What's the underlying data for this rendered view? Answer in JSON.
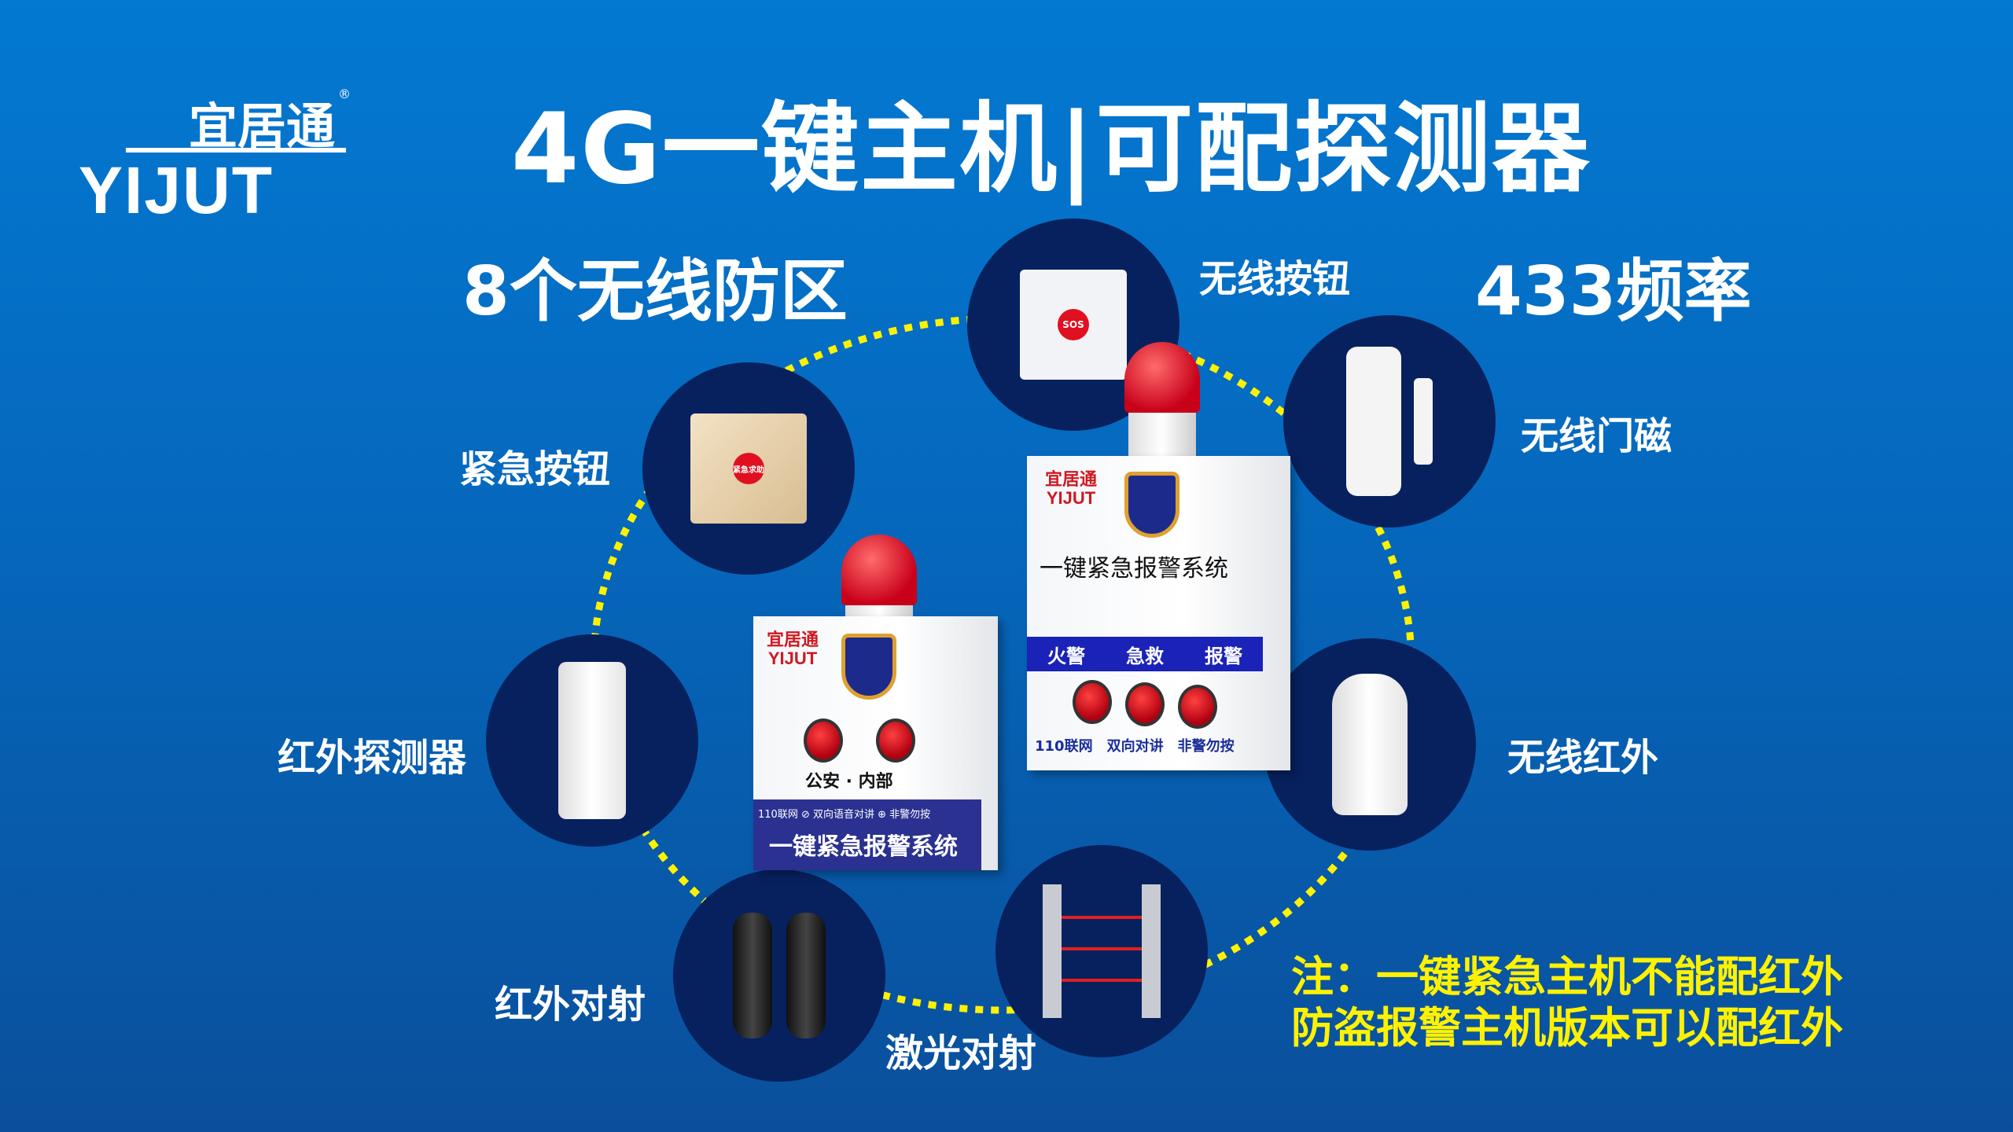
{
  "logo": {
    "cn": "宜居通",
    "en": "YIJUT",
    "reg": "®"
  },
  "title": "4G一键主机|可配探测器",
  "features": {
    "zones": "8个无线防区",
    "frequency": "433频率"
  },
  "detectors": [
    {
      "label": "无线按钮",
      "icon": "sos-button-icon",
      "device_text": "SOS"
    },
    {
      "label": "紧急按钮",
      "icon": "emergency-button-icon",
      "device_text": "紧急求助"
    },
    {
      "label": "无线门磁",
      "icon": "door-sensor-icon"
    },
    {
      "label": "红外探测器",
      "icon": "pir-detector-icon"
    },
    {
      "label": "无线红外",
      "icon": "wireless-pir-icon"
    },
    {
      "label": "红外对射",
      "icon": "infrared-beam-icon"
    },
    {
      "label": "激光对射",
      "icon": "laser-beam-icon"
    }
  ],
  "host_right": {
    "brand": "宜居通 YIJUT",
    "title": "一键紧急报警系统",
    "buttons": [
      "火警",
      "急救",
      "报警"
    ],
    "footer": [
      "110联网",
      "双向对讲",
      "非警勿按"
    ]
  },
  "host_left": {
    "brand": "宜居通 YIJUT",
    "labels": "公安 · 内部",
    "footer": "110联网 ⊘ 双向语音对讲 ⊕ 非警勿按",
    "title": "一键紧急报警系统"
  },
  "note": {
    "line1": "注：一键紧急主机不能配红外",
    "line2": "防盗报警主机版本可以配红外"
  },
  "colors": {
    "background": "#0379d2",
    "circle": "#07215f",
    "dots": "#fff200",
    "note": "#fff200"
  }
}
